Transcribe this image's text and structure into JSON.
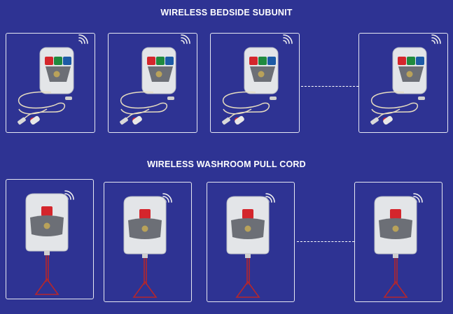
{
  "sections": {
    "bedside": {
      "title": "WIRELESS BEDSIDE SUBUNIT",
      "icon": "wireless-bedside-unit-with-cord-icon",
      "unit_count": 4
    },
    "washroom": {
      "title": "WIRELESS WASHROOM PULL CORD",
      "icon": "wireless-pull-cord-unit-icon",
      "unit_count": 4
    }
  },
  "colors": {
    "background": "#2e3393",
    "card_border": "#e6e8f2",
    "button_red": "#d4262c",
    "button_green": "#1f8a3e",
    "button_blue": "#1c5aa6",
    "cord_red": "#b5262c"
  }
}
